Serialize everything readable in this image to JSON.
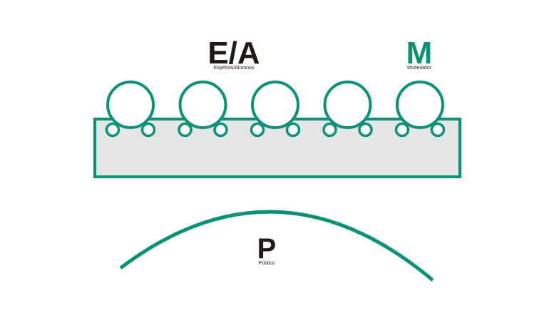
{
  "colors": {
    "green": "#0a9276",
    "table_fill": "#e4e5e6",
    "ink": "#231815"
  },
  "groups": {
    "experts_students": {
      "letter": "E/A",
      "caption": "Expertos/Alumnos"
    },
    "moderator": {
      "letter": "M",
      "caption": "Moderador"
    },
    "audience": {
      "letter": "P",
      "caption": "Público"
    }
  },
  "seats": [
    {
      "role": "experts_students"
    },
    {
      "role": "experts_students"
    },
    {
      "role": "experts_students"
    },
    {
      "role": "experts_students"
    },
    {
      "role": "moderator"
    }
  ]
}
